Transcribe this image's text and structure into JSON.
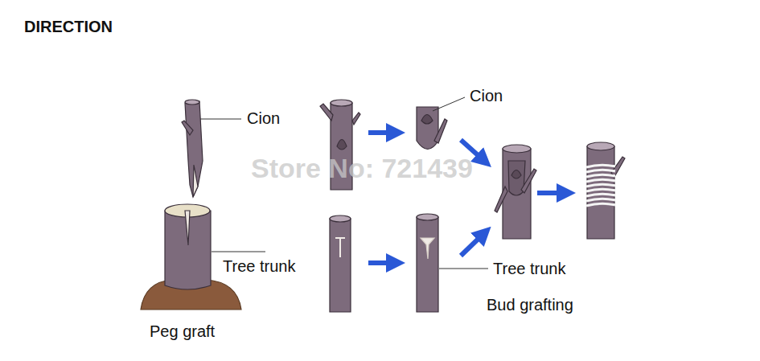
{
  "diagram": {
    "title": "DIRECTION",
    "labels": [
      "Cion",
      "Cion",
      "Tree trunk",
      "Tree trunk",
      "Bud grafting",
      "Peg graft",
      "Store No: 721439"
    ]
  }
}
